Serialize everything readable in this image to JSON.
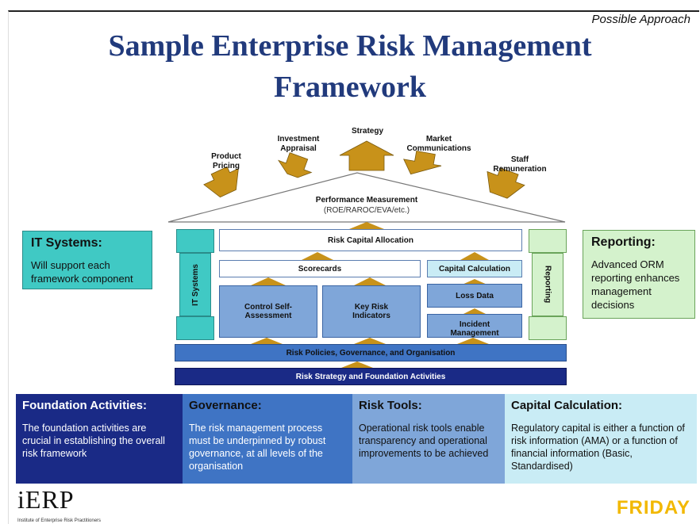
{
  "tag": "Possible Approach",
  "title_line1": "Sample Enterprise Risk Management",
  "title_line2": "Framework",
  "outputs": [
    {
      "label": "Product\nPricing"
    },
    {
      "label": "Investment\nAppraisal"
    },
    {
      "label": "Strategy"
    },
    {
      "label": "Market\nCommunications"
    },
    {
      "label": "Staff\nRemuneration"
    }
  ],
  "roof_title": "Performance Measurement",
  "roof_sub": "(ROE/RAROC/EVA/etc.)",
  "risk_capital_allocation": "Risk Capital Allocation",
  "scorecards": "Scorecards",
  "capital_calculation_box": "Capital Calculation",
  "control_self_assessment": "Control Self-\nAssessment",
  "key_risk_indicators": "Key Risk\nIndicators",
  "loss_data": "Loss Data",
  "incident_management": "Incident\nManagement",
  "it_systems_pillar": "IT Systems",
  "reporting_pillar": "Reporting",
  "risk_policies": "Risk Policies, Governance, and Organisation",
  "risk_strategy": "Risk Strategy and Foundation Activities",
  "it_systems": {
    "title": "IT Systems:",
    "text": "Will support each framework component"
  },
  "reporting": {
    "title": "Reporting:",
    "text": "Advanced ORM reporting enhances management decisions"
  },
  "panels": [
    {
      "title": "Foundation Activities:",
      "text": "The foundation activities are crucial in establishing the overall risk framework"
    },
    {
      "title": "Governance:",
      "text": "The risk management process must be underpinned by robust governance, at all levels of the organisation"
    },
    {
      "title": "Risk Tools:",
      "text": "Operational risk tools enable transparency and operational improvements to be achieved"
    },
    {
      "title": "Capital Calculation:",
      "text": "Regulatory capital is either a function of risk information (AMA) or a function of financial information (Basic, Standardised)"
    }
  ],
  "logo_text": "iERP",
  "logo_sub": "Institute of Enterprise Risk Practitioners",
  "friday": "FRIDAY",
  "colors": {
    "title": "#213a7c",
    "arrow": "#c8921a",
    "navy": "#1a2a86",
    "mid_blue": "#3f74c4",
    "light_blue": "#7fa6d9",
    "teal": "#40c9c4",
    "green": "#d4f2cc",
    "friday": "#f2b800"
  },
  "icons": {
    "output_arrows": "up-arrow-icon",
    "stack_arrows": "chevron-up-icon"
  }
}
